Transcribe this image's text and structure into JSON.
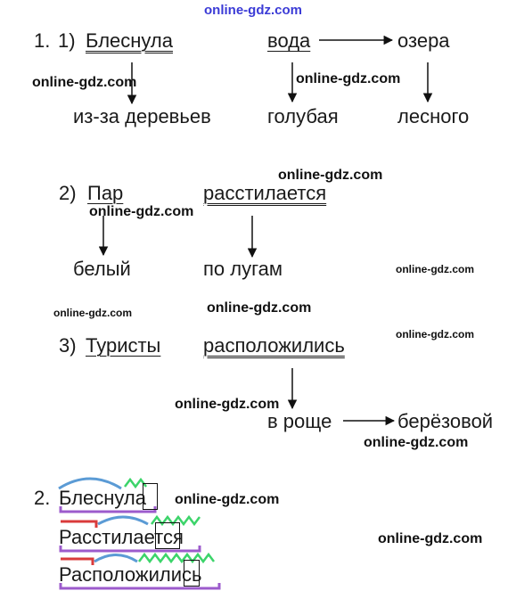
{
  "watermark": "online-gdz.com",
  "task1": {
    "number": "1.",
    "s1": {
      "number": "1)",
      "predicate": "Блеснула",
      "subject": "вода",
      "dep_predicate": "из-за деревьев",
      "dep_subject_1": "голубая",
      "dep_subject_2": "озера",
      "dep_subject_2_child": "лесного"
    },
    "s2": {
      "number": "2)",
      "subject": "Пар",
      "predicate": "расстилается",
      "dep_subject": "белый",
      "dep_predicate": "по лугам"
    },
    "s3": {
      "number": "3)",
      "subject": "Туристы",
      "predicate": "расположились",
      "dep_predicate": "в роще",
      "dep_predicate_child": "берёзовой"
    }
  },
  "task2": {
    "number": "2.",
    "words": [
      "Блеснула",
      "Расстилается",
      "Расположились"
    ]
  }
}
